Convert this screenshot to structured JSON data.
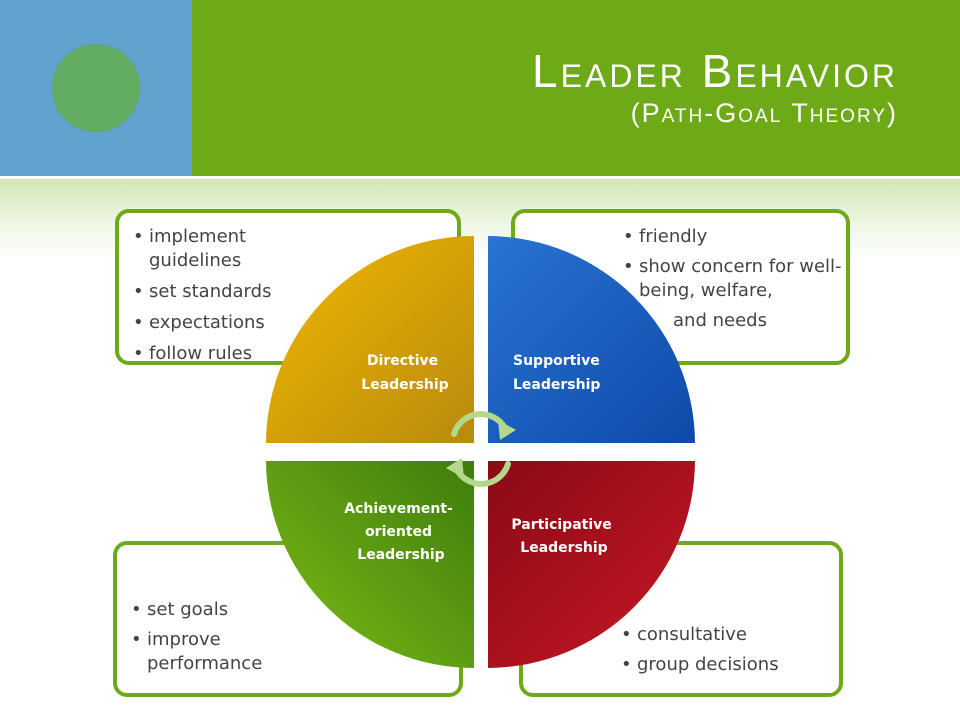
{
  "title": {
    "main": "Leader Behavior",
    "sub": "(Path-Goal Theory)"
  },
  "quadrants": {
    "directive": {
      "label": [
        "Directive",
        "Leadership"
      ],
      "color_from": "#f2b800",
      "color_to": "#b88a0c"
    },
    "supportive": {
      "label": [
        "Supportive",
        "Leadership"
      ],
      "color_from": "#2a74d2",
      "color_to": "#0d4aa8"
    },
    "achievement": {
      "label": [
        "Achievement-",
        "oriented",
        "Leadership"
      ],
      "color_from": "#7dbd17",
      "color_to": "#3f7d0c"
    },
    "participative": {
      "label": [
        "Participative",
        "Leadership"
      ],
      "color_from": "#c81826",
      "color_to": "#8a0a14"
    }
  },
  "boxes": {
    "directive": [
      "implement guidelines",
      "set standards",
      "expectations",
      "follow rules"
    ],
    "supportive": [
      "friendly",
      " show concern for well-being, welfare,",
      "and needs"
    ],
    "achievement": [
      "set goals",
      "improve performance"
    ],
    "participative": [
      " consultative",
      "group decisions"
    ]
  },
  "colors": {
    "header_green": "#6eaa17",
    "header_blue": "#5fa3ce",
    "border_green": "#6eaa17",
    "cycle_arrow": "#b3d88a"
  }
}
